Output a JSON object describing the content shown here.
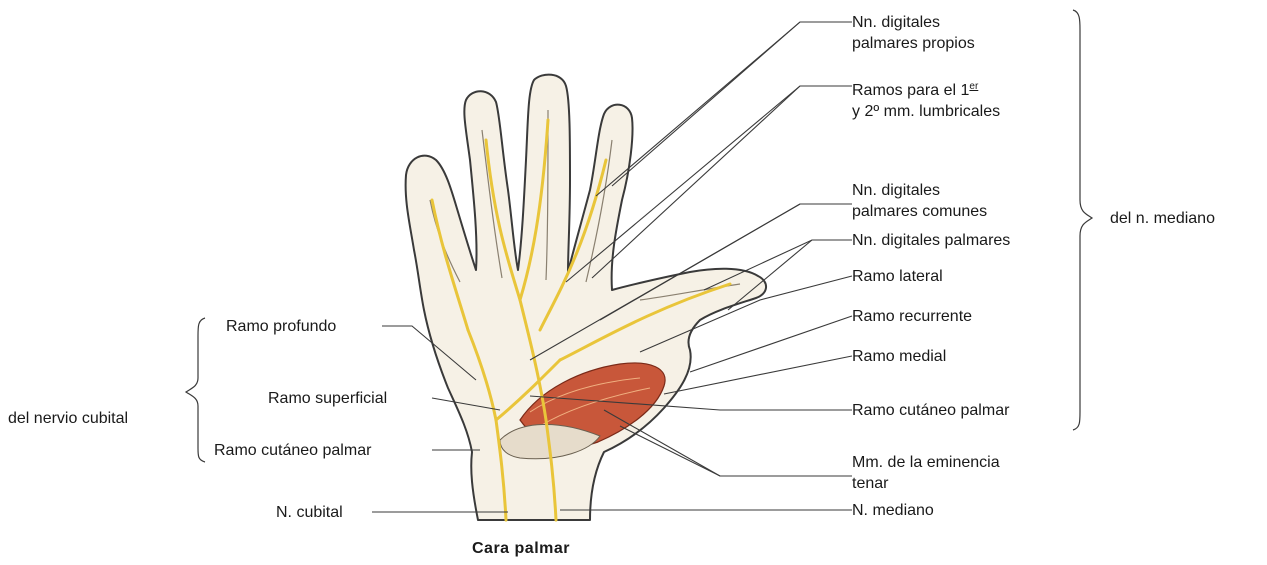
{
  "colors": {
    "outline": "#3a3a3a",
    "bone": "#f6f1e6",
    "nerve": "#e9c53a",
    "nerve_dark": "#c79a1a",
    "muscle": "#c8573a",
    "leader": "#3a3a3a"
  },
  "labels_right": {
    "digitales_propios_1": "Nn. digitales",
    "digitales_propios_2": "palmares propios",
    "lumbricales_1_pre": "Ramos para el 1",
    "lumbricales_1_sup": "er",
    "lumbricales_2": "y 2º mm. lumbricales",
    "digitales_comunes_1": "Nn. digitales",
    "digitales_comunes_2": "palmares comunes",
    "digitales_palmares": "Nn. digitales palmares",
    "ramo_lateral": "Ramo lateral",
    "ramo_recurrente": "Ramo recurrente",
    "ramo_medial": "Ramo medial",
    "ramo_cutaneo_palmar_r": "Ramo cutáneo palmar",
    "eminencia_1": "Mm. de la eminencia",
    "eminencia_2": "tenar",
    "n_mediano": "N. mediano"
  },
  "labels_left": {
    "ramo_profundo": "Ramo profundo",
    "ramo_superficial": "Ramo superficial",
    "ramo_cutaneo_palmar_l": "Ramo cutáneo palmar",
    "n_cubital": "N. cubital"
  },
  "group_labels": {
    "del_n_mediano": "del n. mediano",
    "del_nervio_cubital": "del nervio cubital"
  },
  "caption": "Cara palmar"
}
